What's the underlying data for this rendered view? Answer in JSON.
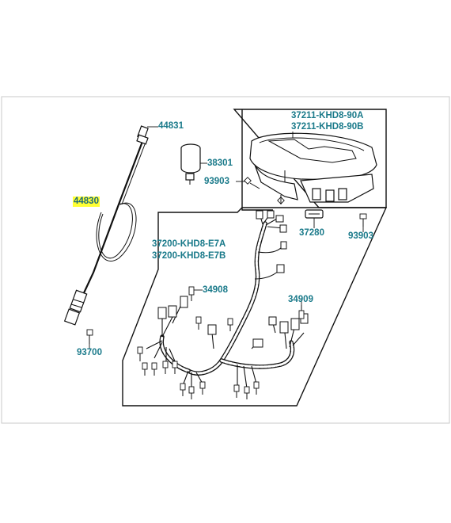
{
  "labels": {
    "cable_end": "44831",
    "cable": "44830",
    "meter_assy_a": "37211-KHD8-90A",
    "meter_assy_b": "37211-KHD8-90B",
    "bulb_socket": "38301",
    "screw_left": "93903",
    "screw_right": "93903",
    "indicator": "37280",
    "harness_a": "37200-KHD8-E7A",
    "harness_b": "37200-KHD8-E7B",
    "socket_left": "34908",
    "socket_right": "34909",
    "cable_screw": "93700"
  },
  "highlight_color": "#ffff33",
  "label_color": "#1a7a8a"
}
